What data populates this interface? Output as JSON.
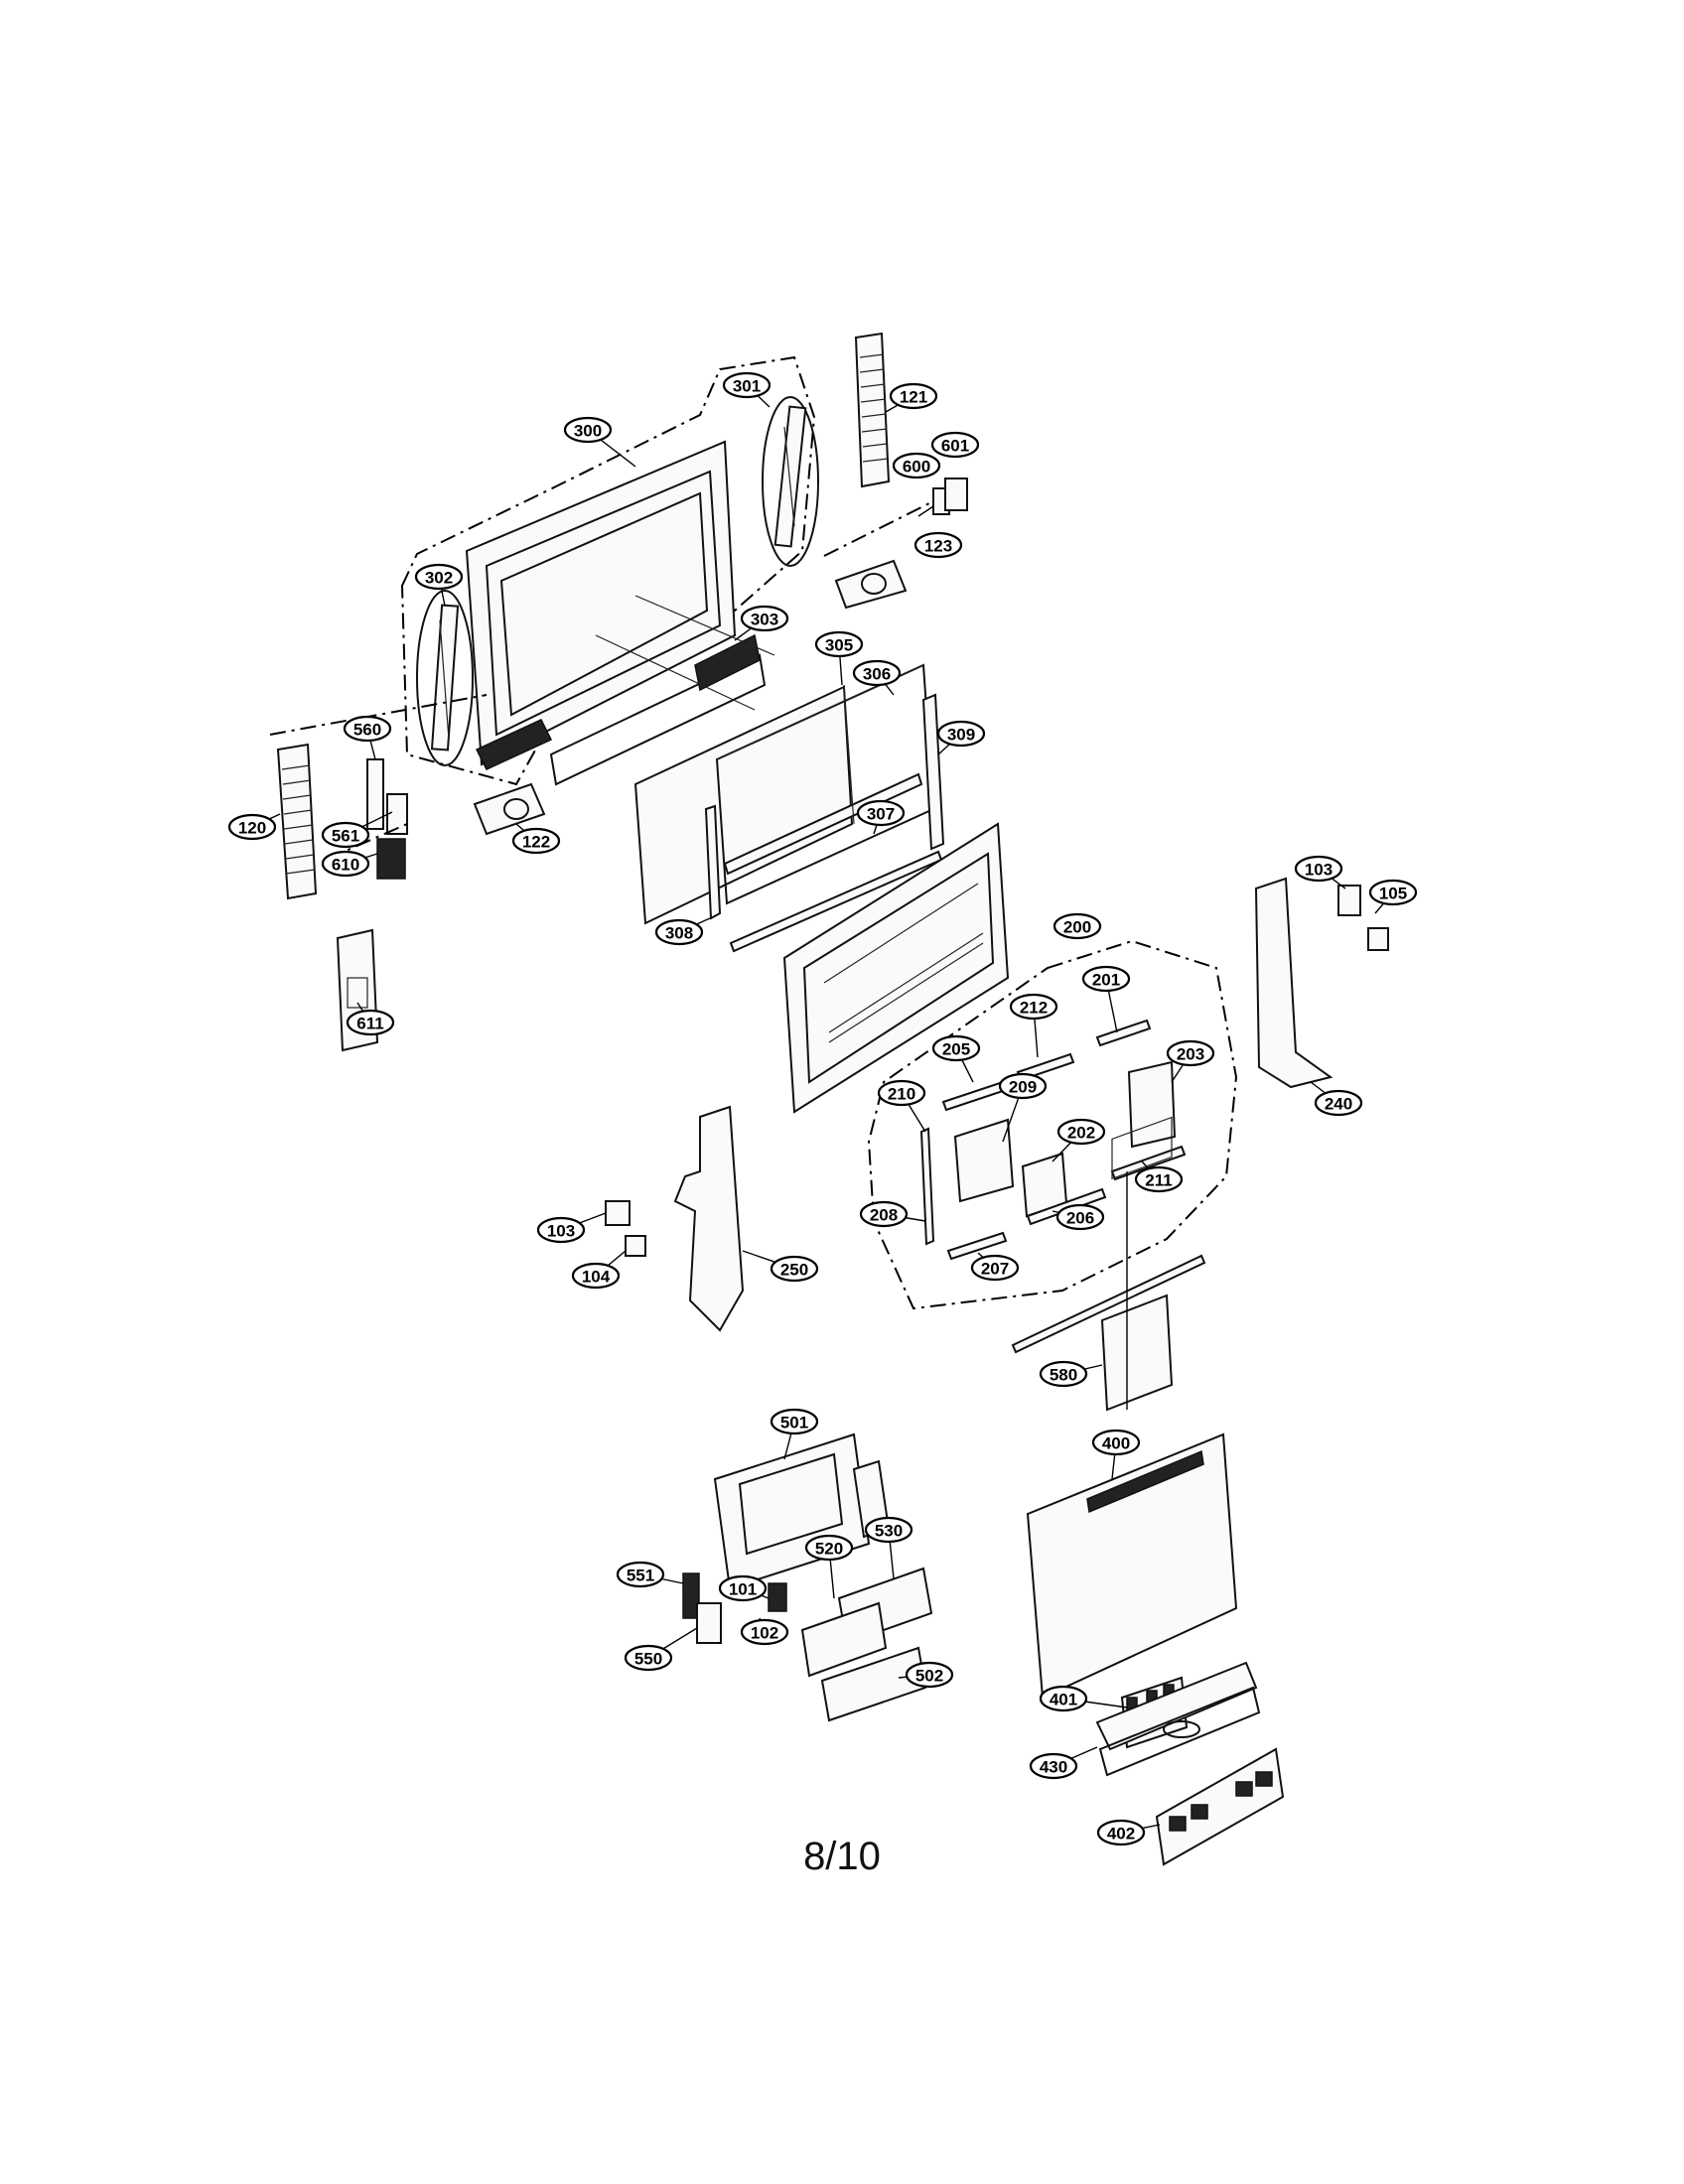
{
  "diagram": {
    "parts": [
      {
        "id": "300",
        "label": "300"
      },
      {
        "id": "301",
        "label": "301"
      },
      {
        "id": "121",
        "label": "121"
      },
      {
        "id": "600",
        "label": "600"
      },
      {
        "id": "601",
        "label": "601"
      },
      {
        "id": "123",
        "label": "123"
      },
      {
        "id": "302",
        "label": "302"
      },
      {
        "id": "303",
        "label": "303"
      },
      {
        "id": "305",
        "label": "305"
      },
      {
        "id": "306",
        "label": "306"
      },
      {
        "id": "309",
        "label": "309"
      },
      {
        "id": "560",
        "label": "560"
      },
      {
        "id": "120",
        "label": "120"
      },
      {
        "id": "561",
        "label": "561"
      },
      {
        "id": "122",
        "label": "122"
      },
      {
        "id": "610",
        "label": "610"
      },
      {
        "id": "307",
        "label": "307"
      },
      {
        "id": "308",
        "label": "308"
      },
      {
        "id": "611",
        "label": "611"
      },
      {
        "id": "103a",
        "label": "103"
      },
      {
        "id": "105",
        "label": "105"
      },
      {
        "id": "200",
        "label": "200"
      },
      {
        "id": "201",
        "label": "201"
      },
      {
        "id": "212",
        "label": "212"
      },
      {
        "id": "205",
        "label": "205"
      },
      {
        "id": "203",
        "label": "203"
      },
      {
        "id": "209",
        "label": "209"
      },
      {
        "id": "210",
        "label": "210"
      },
      {
        "id": "202",
        "label": "202"
      },
      {
        "id": "240",
        "label": "240"
      },
      {
        "id": "211",
        "label": "211"
      },
      {
        "id": "103b",
        "label": "103"
      },
      {
        "id": "208",
        "label": "208"
      },
      {
        "id": "206",
        "label": "206"
      },
      {
        "id": "104",
        "label": "104"
      },
      {
        "id": "250",
        "label": "250"
      },
      {
        "id": "207",
        "label": "207"
      },
      {
        "id": "580",
        "label": "580"
      },
      {
        "id": "501",
        "label": "501"
      },
      {
        "id": "400",
        "label": "400"
      },
      {
        "id": "530",
        "label": "530"
      },
      {
        "id": "520",
        "label": "520"
      },
      {
        "id": "551",
        "label": "551"
      },
      {
        "id": "101",
        "label": "101"
      },
      {
        "id": "102",
        "label": "102"
      },
      {
        "id": "550",
        "label": "550"
      },
      {
        "id": "502",
        "label": "502"
      },
      {
        "id": "401",
        "label": "401"
      },
      {
        "id": "430",
        "label": "430"
      },
      {
        "id": "402",
        "label": "402"
      }
    ]
  },
  "page_number": "8/10"
}
